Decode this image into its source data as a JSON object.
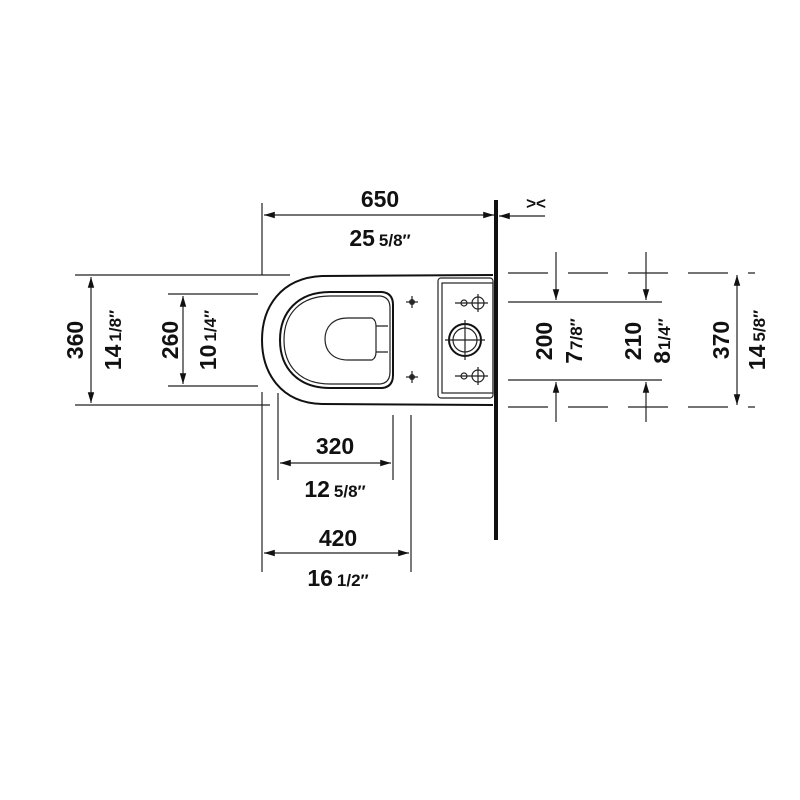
{
  "top": {
    "mm": "650",
    "in_whole": "25",
    "in_frac": "5/8″",
    "wall_gap_symbol": "><"
  },
  "left": {
    "outer": {
      "mm": "360",
      "in_whole": "14",
      "in_frac": "1/8″"
    },
    "inner": {
      "mm": "260",
      "in_whole": "10",
      "in_frac": "1/4″"
    }
  },
  "right": {
    "a": {
      "mm": "200",
      "in_whole": "7",
      "in_frac": "7/8″"
    },
    "b": {
      "mm": "210",
      "in_whole": "8",
      "in_frac": "1/4″"
    },
    "c": {
      "mm": "370",
      "in_whole": "14",
      "in_frac": "5/8″"
    }
  },
  "bottom": {
    "inner": {
      "mm": "320",
      "in_whole": "12",
      "in_frac": "5/8″"
    },
    "outer": {
      "mm": "420",
      "in_whole": "16",
      "in_frac": "1/2″"
    }
  }
}
